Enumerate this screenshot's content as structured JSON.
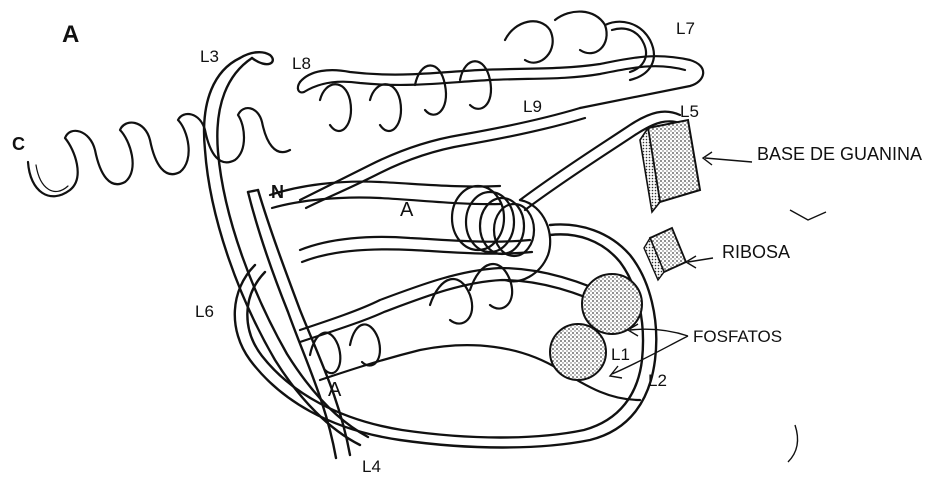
{
  "figure": {
    "panel_label": "A",
    "termini": {
      "c": "C",
      "n": "N"
    },
    "loops": {
      "l1": "L1",
      "l2": "L2",
      "l3": "L3",
      "l4": "L4",
      "l5": "L5",
      "l6": "L6",
      "l7": "L7",
      "l8": "L8",
      "l9": "L9"
    },
    "helix_labels": {
      "upper": "A",
      "lower": "A"
    },
    "annotations": {
      "guanine_base": "BASE DE GUANINA",
      "ribose": "RIBOSA",
      "phosphates": "FOSFATOS"
    },
    "colors": {
      "ink": "#111111",
      "ribbon": "#ffffff",
      "stipple": "#555555"
    }
  }
}
